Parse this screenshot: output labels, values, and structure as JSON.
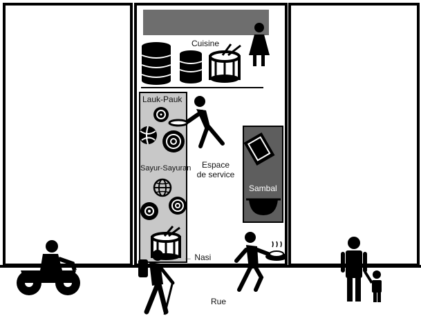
{
  "labels": {
    "cuisine": "Cuisine",
    "lauk_pauk": "Lauk-Pauk",
    "sayur_sayuran": "Sayur-Sayuran",
    "espace_de_service_line1": "Espace",
    "espace_de_service_line2": "de service",
    "sambal": "Sambal",
    "nasi": "← Nasi",
    "rue": "Rue"
  },
  "colors": {
    "ink": "#111111",
    "counter_gray": "#c8c8c8",
    "kitchen_bar": "#6e6e6e",
    "sambal_box": "#5e5e5e",
    "wall": "#000000"
  },
  "icons": [
    "database-icon",
    "drum-icon",
    "woman-icon",
    "plate-icon",
    "volleyball-icon",
    "globe-icon",
    "bowl-icon",
    "tablet-icon",
    "motorcycle-icon",
    "hiker-icon",
    "running-waiter-icon",
    "parent-child-icon"
  ]
}
